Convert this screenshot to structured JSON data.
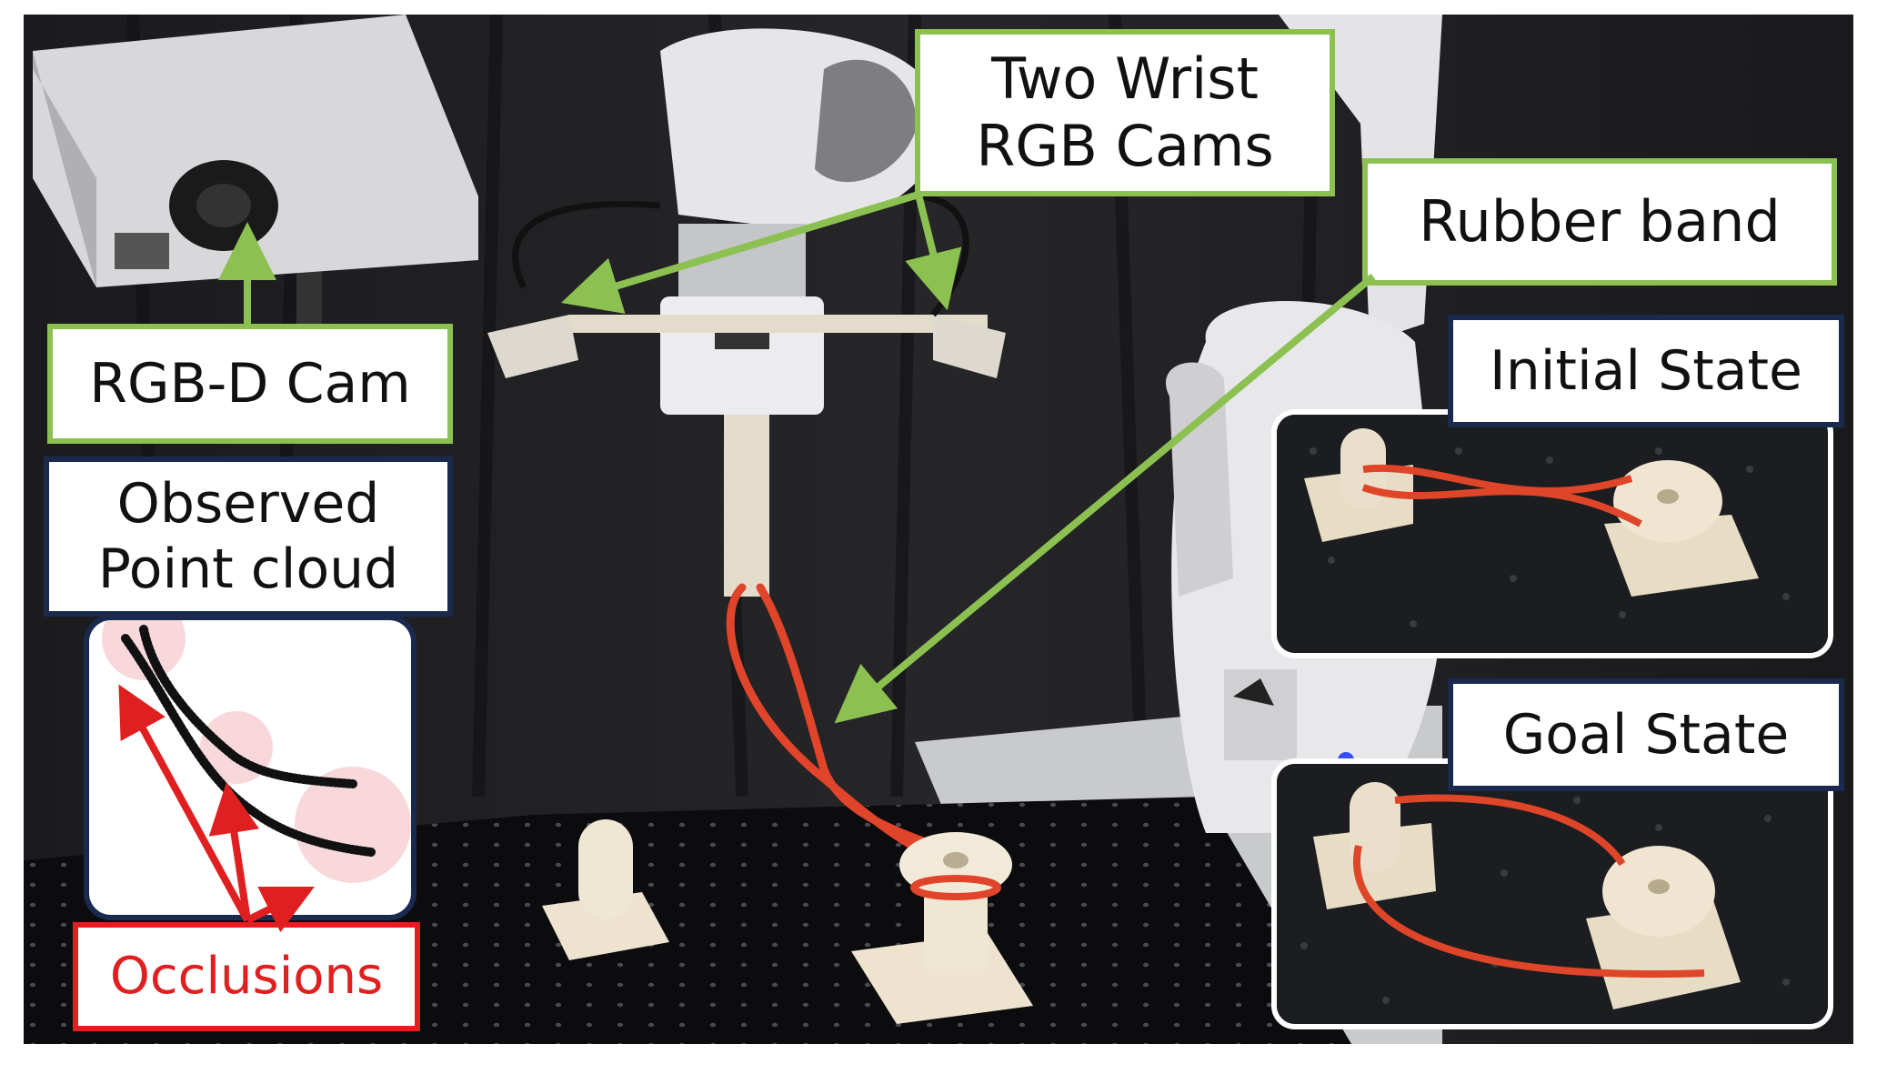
{
  "labels": {
    "two_wrist_line1": "Two Wrist",
    "two_wrist_line2": "RGB Cams",
    "rubber_band": "Rubber band",
    "rgbd_cam": "RGB-D Cam",
    "observed_line1": "Observed",
    "observed_line2": "Point cloud",
    "initial_state": "Initial State",
    "goal_state": "Goal State",
    "occlusions": "Occlusions"
  },
  "colors": {
    "green_border": "#8cc152",
    "navy_border": "#1a2a4f",
    "occlusion_red": "#e02020",
    "rubber_band": "#e0442a"
  }
}
